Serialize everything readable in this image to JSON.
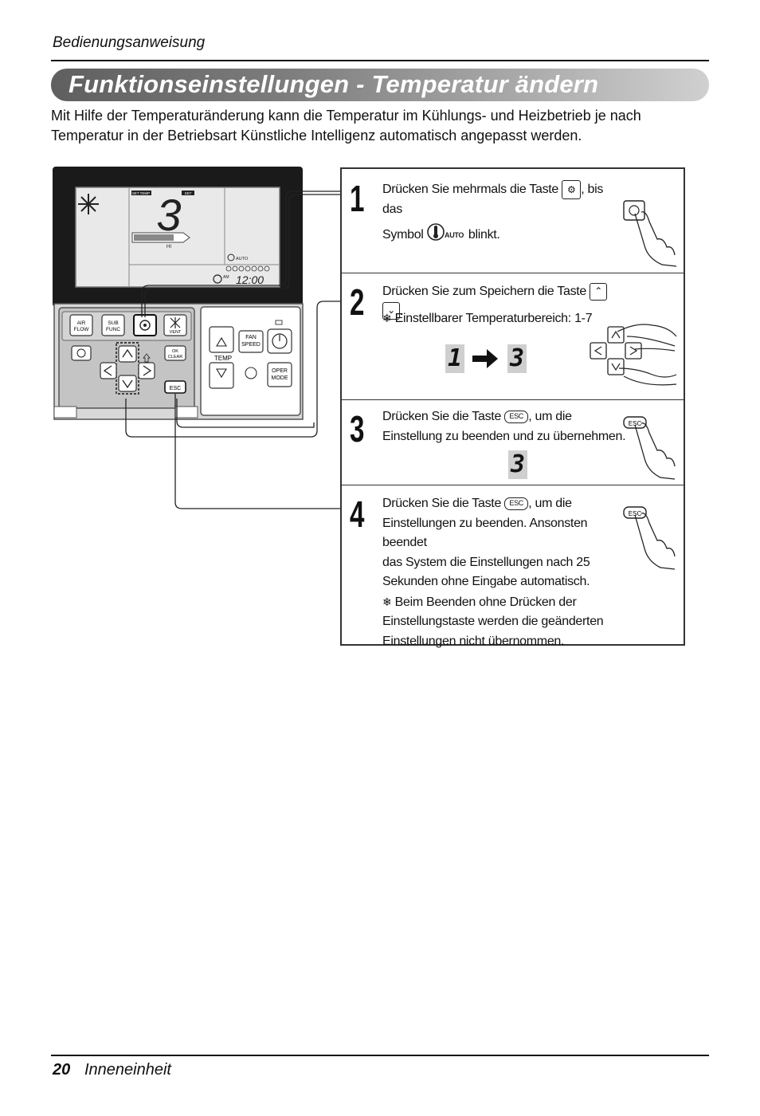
{
  "header": {
    "section": "Bedienungsanweisung"
  },
  "title": "Funktionseinstellungen - Temperatur ändern",
  "intro": "Mit Hilfe der Temperaturänderung kann die Temperatur im Kühlungs- und Heizbetrieb je nach Temperatur in der Betriebsart Künstliche Intelligenz automatisch angepasst werden.",
  "remote": {
    "display": {
      "set_temp_label": "SET TEMP",
      "set_label": "SET",
      "digit": "3",
      "fan_label": "HI",
      "auto_label": "AUTO",
      "am_label": "AM",
      "time": "12:00"
    },
    "buttons": {
      "air_flow": [
        "AIR",
        "FLOW"
      ],
      "sub_func": [
        "SUB",
        "FUNC"
      ],
      "vent": "VENT",
      "ok_clear": [
        "OK",
        "CLEAR"
      ],
      "esc": "ESC",
      "temp": "TEMP",
      "fan_speed": [
        "FAN",
        "SPEED"
      ],
      "oper_mode": [
        "OPER",
        "MODE"
      ]
    }
  },
  "steps": [
    {
      "number": "1",
      "text_a": "Drücken Sie mehrmals die Taste",
      "text_b": ", bis das",
      "text_c": "Symbol",
      "symbol_label": "AUTO",
      "text_d": "blinkt."
    },
    {
      "number": "2",
      "text_a": "Drücken Sie zum Speichern die Taste",
      "text_b": ".",
      "note": "Einstellbarer Temperaturbereich: 1-7",
      "from_value": "1",
      "to_value": "3"
    },
    {
      "number": "3",
      "text_a": "Drücken Sie die Taste",
      "text_b": ", um die",
      "text_c": "Einstellung zu beenden und zu übernehmen.",
      "value": "3"
    },
    {
      "number": "4",
      "text_a": "Drücken Sie die Taste",
      "text_b": ", um die",
      "lines": [
        "Einstellungen zu beenden. Ansonsten beendet",
        "das System die Einstellungen nach 25",
        "Sekunden ohne Eingabe automatisch."
      ],
      "note_lines": [
        "Beim Beenden ohne Drücken der",
        "Einstellungstaste werden die geänderten",
        "Einstellungen nicht übernommen."
      ]
    }
  ],
  "key_labels": {
    "esc": "ESC"
  },
  "footer": {
    "page": "20",
    "label": "Inneneinheit"
  }
}
